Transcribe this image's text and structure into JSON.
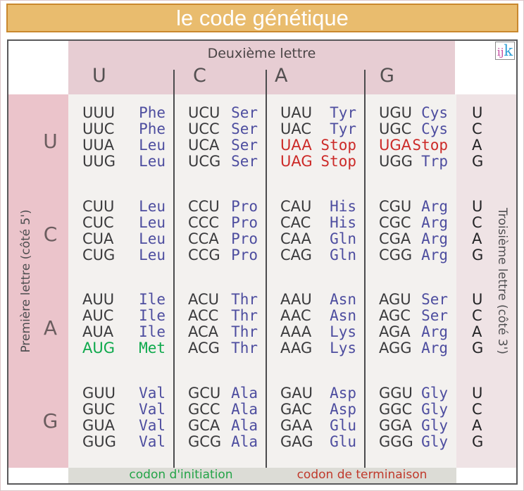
{
  "title": "le code génétique",
  "logo": {
    "ij": "ij",
    "k": "k"
  },
  "header": {
    "second_letter": "Deuxième lettre",
    "letters": [
      "U",
      "C",
      "A",
      "G"
    ]
  },
  "sidebar_left": {
    "label": "Première lettre (côté 5')"
  },
  "sidebar_right": {
    "label": "Troisième lettre  (côté 3')"
  },
  "legend": {
    "initiation": "codon d'initiation",
    "termination": "codon de terminaison"
  },
  "colors": {
    "title_bg": "#e9bc6e",
    "title_border": "#c9882e",
    "header_pink": "#e7cdd3",
    "left_pink": "#ebc4cb",
    "right_pink": "#efe3e5",
    "cell_bg": "#f3f1ef",
    "legend_bg": "#dcdcd6",
    "codon": "#3a3a3c",
    "amino": "#4d4d9f",
    "stop": "#cc2a28",
    "start": "#0ea94c",
    "legend_green": "#23a347",
    "legend_red": "#c0392b"
  },
  "rows": [
    {
      "label": "U",
      "third": [
        "U",
        "C",
        "A",
        "G"
      ],
      "cells": [
        [
          {
            "codon": "UUU",
            "aa": "Phe",
            "type": "normal"
          },
          {
            "codon": "UUC",
            "aa": "Phe",
            "type": "normal"
          },
          {
            "codon": "UUA",
            "aa": "Leu",
            "type": "normal"
          },
          {
            "codon": "UUG",
            "aa": "Leu",
            "type": "normal"
          }
        ],
        [
          {
            "codon": "UCU",
            "aa": "Ser",
            "type": "normal"
          },
          {
            "codon": "UCC",
            "aa": "Ser",
            "type": "normal"
          },
          {
            "codon": "UCA",
            "aa": "Ser",
            "type": "normal"
          },
          {
            "codon": "UCG",
            "aa": "Ser",
            "type": "normal"
          }
        ],
        [
          {
            "codon": "UAU",
            "aa": "Tyr",
            "type": "normal"
          },
          {
            "codon": "UAC",
            "aa": "Tyr",
            "type": "normal"
          },
          {
            "codon": "UAA",
            "aa": "Stop",
            "type": "stop"
          },
          {
            "codon": "UAG",
            "aa": "Stop",
            "type": "stop"
          }
        ],
        [
          {
            "codon": "UGU",
            "aa": "Cys",
            "type": "normal"
          },
          {
            "codon": "UGC",
            "aa": "Cys",
            "type": "normal"
          },
          {
            "codon": "UGA",
            "aa": "Stop",
            "type": "stop"
          },
          {
            "codon": "UGG",
            "aa": "Trp",
            "type": "normal"
          }
        ]
      ]
    },
    {
      "label": "C",
      "third": [
        "U",
        "C",
        "A",
        "G"
      ],
      "cells": [
        [
          {
            "codon": "CUU",
            "aa": "Leu",
            "type": "normal"
          },
          {
            "codon": "CUC",
            "aa": "Leu",
            "type": "normal"
          },
          {
            "codon": "CUA",
            "aa": "Leu",
            "type": "normal"
          },
          {
            "codon": "CUG",
            "aa": "Leu",
            "type": "normal"
          }
        ],
        [
          {
            "codon": "CCU",
            "aa": "Pro",
            "type": "normal"
          },
          {
            "codon": "CCC",
            "aa": "Pro",
            "type": "normal"
          },
          {
            "codon": "CCA",
            "aa": "Pro",
            "type": "normal"
          },
          {
            "codon": "CCG",
            "aa": "Pro",
            "type": "normal"
          }
        ],
        [
          {
            "codon": "CAU",
            "aa": "His",
            "type": "normal"
          },
          {
            "codon": "CAC",
            "aa": "His",
            "type": "normal"
          },
          {
            "codon": "CAA",
            "aa": "Gln",
            "type": "normal"
          },
          {
            "codon": "CAG",
            "aa": "Gln",
            "type": "normal"
          }
        ],
        [
          {
            "codon": "CGU",
            "aa": "Arg",
            "type": "normal"
          },
          {
            "codon": "CGC",
            "aa": "Arg",
            "type": "normal"
          },
          {
            "codon": "CGA",
            "aa": "Arg",
            "type": "normal"
          },
          {
            "codon": "CGG",
            "aa": "Arg",
            "type": "normal"
          }
        ]
      ]
    },
    {
      "label": "A",
      "third": [
        "U",
        "C",
        "A",
        "G"
      ],
      "cells": [
        [
          {
            "codon": "AUU",
            "aa": "Ile",
            "type": "normal"
          },
          {
            "codon": "AUC",
            "aa": "Ile",
            "type": "normal"
          },
          {
            "codon": "AUA",
            "aa": "Ile",
            "type": "normal"
          },
          {
            "codon": "AUG",
            "aa": "Met",
            "type": "start"
          }
        ],
        [
          {
            "codon": "ACU",
            "aa": "Thr",
            "type": "normal"
          },
          {
            "codon": "ACC",
            "aa": "Thr",
            "type": "normal"
          },
          {
            "codon": "ACA",
            "aa": "Thr",
            "type": "normal"
          },
          {
            "codon": "ACG",
            "aa": "Thr",
            "type": "normal"
          }
        ],
        [
          {
            "codon": "AAU",
            "aa": "Asn",
            "type": "normal"
          },
          {
            "codon": "AAC",
            "aa": "Asn",
            "type": "normal"
          },
          {
            "codon": "AAA",
            "aa": "Lys",
            "type": "normal"
          },
          {
            "codon": "AAG",
            "aa": "Lys",
            "type": "normal"
          }
        ],
        [
          {
            "codon": "AGU",
            "aa": "Ser",
            "type": "normal"
          },
          {
            "codon": "AGC",
            "aa": "Ser",
            "type": "normal"
          },
          {
            "codon": "AGA",
            "aa": "Arg",
            "type": "normal"
          },
          {
            "codon": "AGG",
            "aa": "Arg",
            "type": "normal"
          }
        ]
      ]
    },
    {
      "label": "G",
      "third": [
        "U",
        "C",
        "A",
        "G"
      ],
      "cells": [
        [
          {
            "codon": "GUU",
            "aa": "Val",
            "type": "normal"
          },
          {
            "codon": "GUC",
            "aa": "Val",
            "type": "normal"
          },
          {
            "codon": "GUA",
            "aa": "Val",
            "type": "normal"
          },
          {
            "codon": "GUG",
            "aa": "Val",
            "type": "normal"
          }
        ],
        [
          {
            "codon": "GCU",
            "aa": "Ala",
            "type": "normal"
          },
          {
            "codon": "GCC",
            "aa": "Ala",
            "type": "normal"
          },
          {
            "codon": "GCA",
            "aa": "Ala",
            "type": "normal"
          },
          {
            "codon": "GCG",
            "aa": "Ala",
            "type": "normal"
          }
        ],
        [
          {
            "codon": "GAU",
            "aa": "Asp",
            "type": "normal"
          },
          {
            "codon": "GAC",
            "aa": "Asp",
            "type": "normal"
          },
          {
            "codon": "GAA",
            "aa": "Glu",
            "type": "normal"
          },
          {
            "codon": "GAG",
            "aa": "Glu",
            "type": "normal"
          }
        ],
        [
          {
            "codon": "GGU",
            "aa": "Gly",
            "type": "normal"
          },
          {
            "codon": "GGC",
            "aa": "Gly",
            "type": "normal"
          },
          {
            "codon": "GGA",
            "aa": "Gly",
            "type": "normal"
          },
          {
            "codon": "GGG",
            "aa": "Gly",
            "type": "normal"
          }
        ]
      ]
    }
  ]
}
